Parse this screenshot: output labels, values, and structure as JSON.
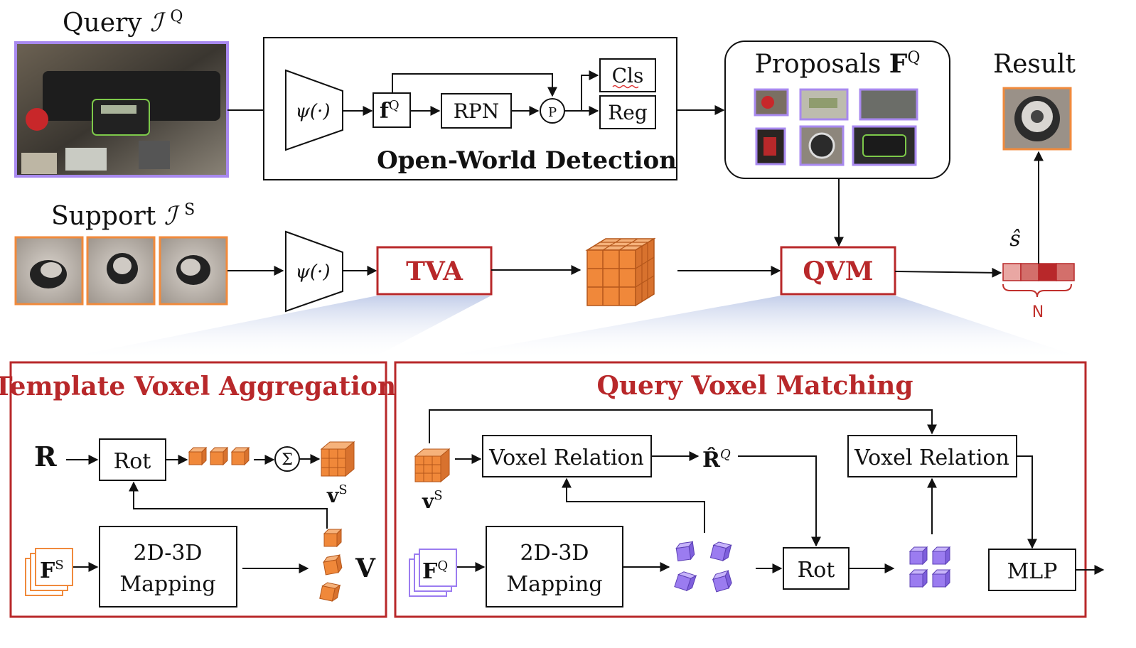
{
  "colors": {
    "accent_red": "#b8282a",
    "support_orange": "#f08a3c",
    "query_purple": "#a889ef",
    "voxel_orange": "#f0883a",
    "voxel_purple": "#9b7cf0"
  },
  "top": {
    "query_label": "Query",
    "query_symbol": "ℐ",
    "query_sup": "Q",
    "support_label": "Support",
    "support_symbol": "ℐ",
    "support_sup": "S",
    "backbone_label": "ψ(·)",
    "backbone_label_support": "ψ(·)",
    "feature_f": "f",
    "feature_f_sup": "Q",
    "rpn": "RPN",
    "pool": "P",
    "cls": "Cls",
    "reg": "Reg",
    "owd_title": "Open-World Detection",
    "proposals_label": "Proposals",
    "proposals_symbol": "F",
    "proposals_sup": "Q",
    "result_label": "Result",
    "tva": "TVA",
    "qvm": "QVM",
    "score_symbol": "ŝ",
    "score_count": "N"
  },
  "tva_panel": {
    "title": "Template Voxel Aggregation",
    "r_label": "R",
    "rot": "Rot",
    "sum_symbol": "Σ",
    "v_label": "v",
    "v_sup": "S",
    "fs_label": "F",
    "fs_sup": "S",
    "mapping_line1": "2D-3D",
    "mapping_line2": "Mapping",
    "V_label": "V"
  },
  "qvm_panel": {
    "title": "Query Voxel Matching",
    "vs_label": "v",
    "vs_sup": "S",
    "relation1": "Voxel Relation",
    "relation2": "Voxel Relation",
    "rhat_label": "R̂",
    "rhat_sup": "Q",
    "fq_label": "F",
    "fq_sup": "Q",
    "mapping_line1": "2D-3D",
    "mapping_line2": "Mapping",
    "rot": "Rot",
    "mlp": "MLP"
  }
}
